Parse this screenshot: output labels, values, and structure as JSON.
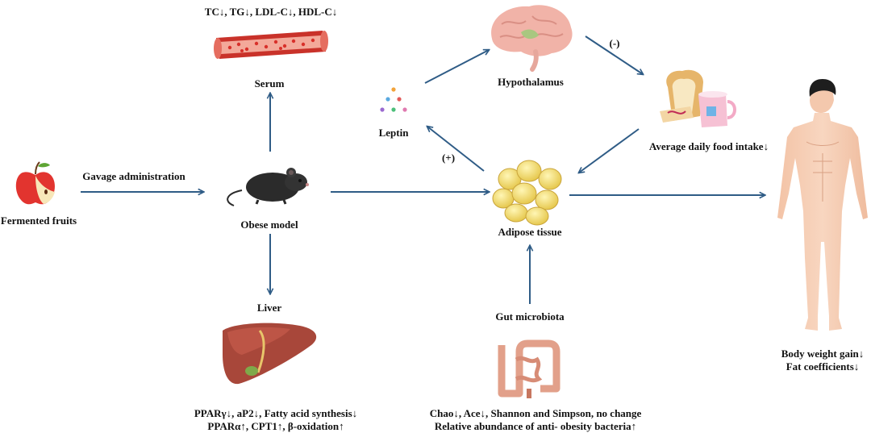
{
  "nodes": {
    "fermented_fruits": "Fermented fruits",
    "gavage": "Gavage administration",
    "obese_model": "Obese model",
    "serum": "Serum",
    "serum_markers": "TC↓, TG↓, LDL-C↓, HDL-C↓",
    "liver": "Liver",
    "liver_line1": "PPARγ↓, aP2↓, Fatty acid synthesis↓",
    "liver_line2": "PPARα↑, CPT1↑, β-oxidation↑",
    "leptin": "Leptin",
    "hypothalamus": "Hypothalamus",
    "food_intake": "Average daily food intake↓",
    "adipose": "Adipose tissue",
    "gut": "Gut microbiota",
    "gut_line1": "Chao↓, Ace↓, Shannon and Simpson, no change",
    "gut_line2": "Relative abundance of anti- obesity bacteria↑",
    "body_line1": "Body weight gain↓",
    "body_line2": "Fat coefficients↓"
  },
  "signs": {
    "positive": "(+)",
    "negative": "(-)"
  },
  "icons": [
    "apple-icon",
    "mouse-icon",
    "blood-vessel-icon",
    "liver-icon",
    "leptin-dots-icon",
    "brain-icon",
    "food-icon",
    "fat-cells-icon",
    "intestine-icon",
    "human-body-icon"
  ],
  "colors": {
    "arrow": "#2f5c86",
    "text": "#111111"
  }
}
